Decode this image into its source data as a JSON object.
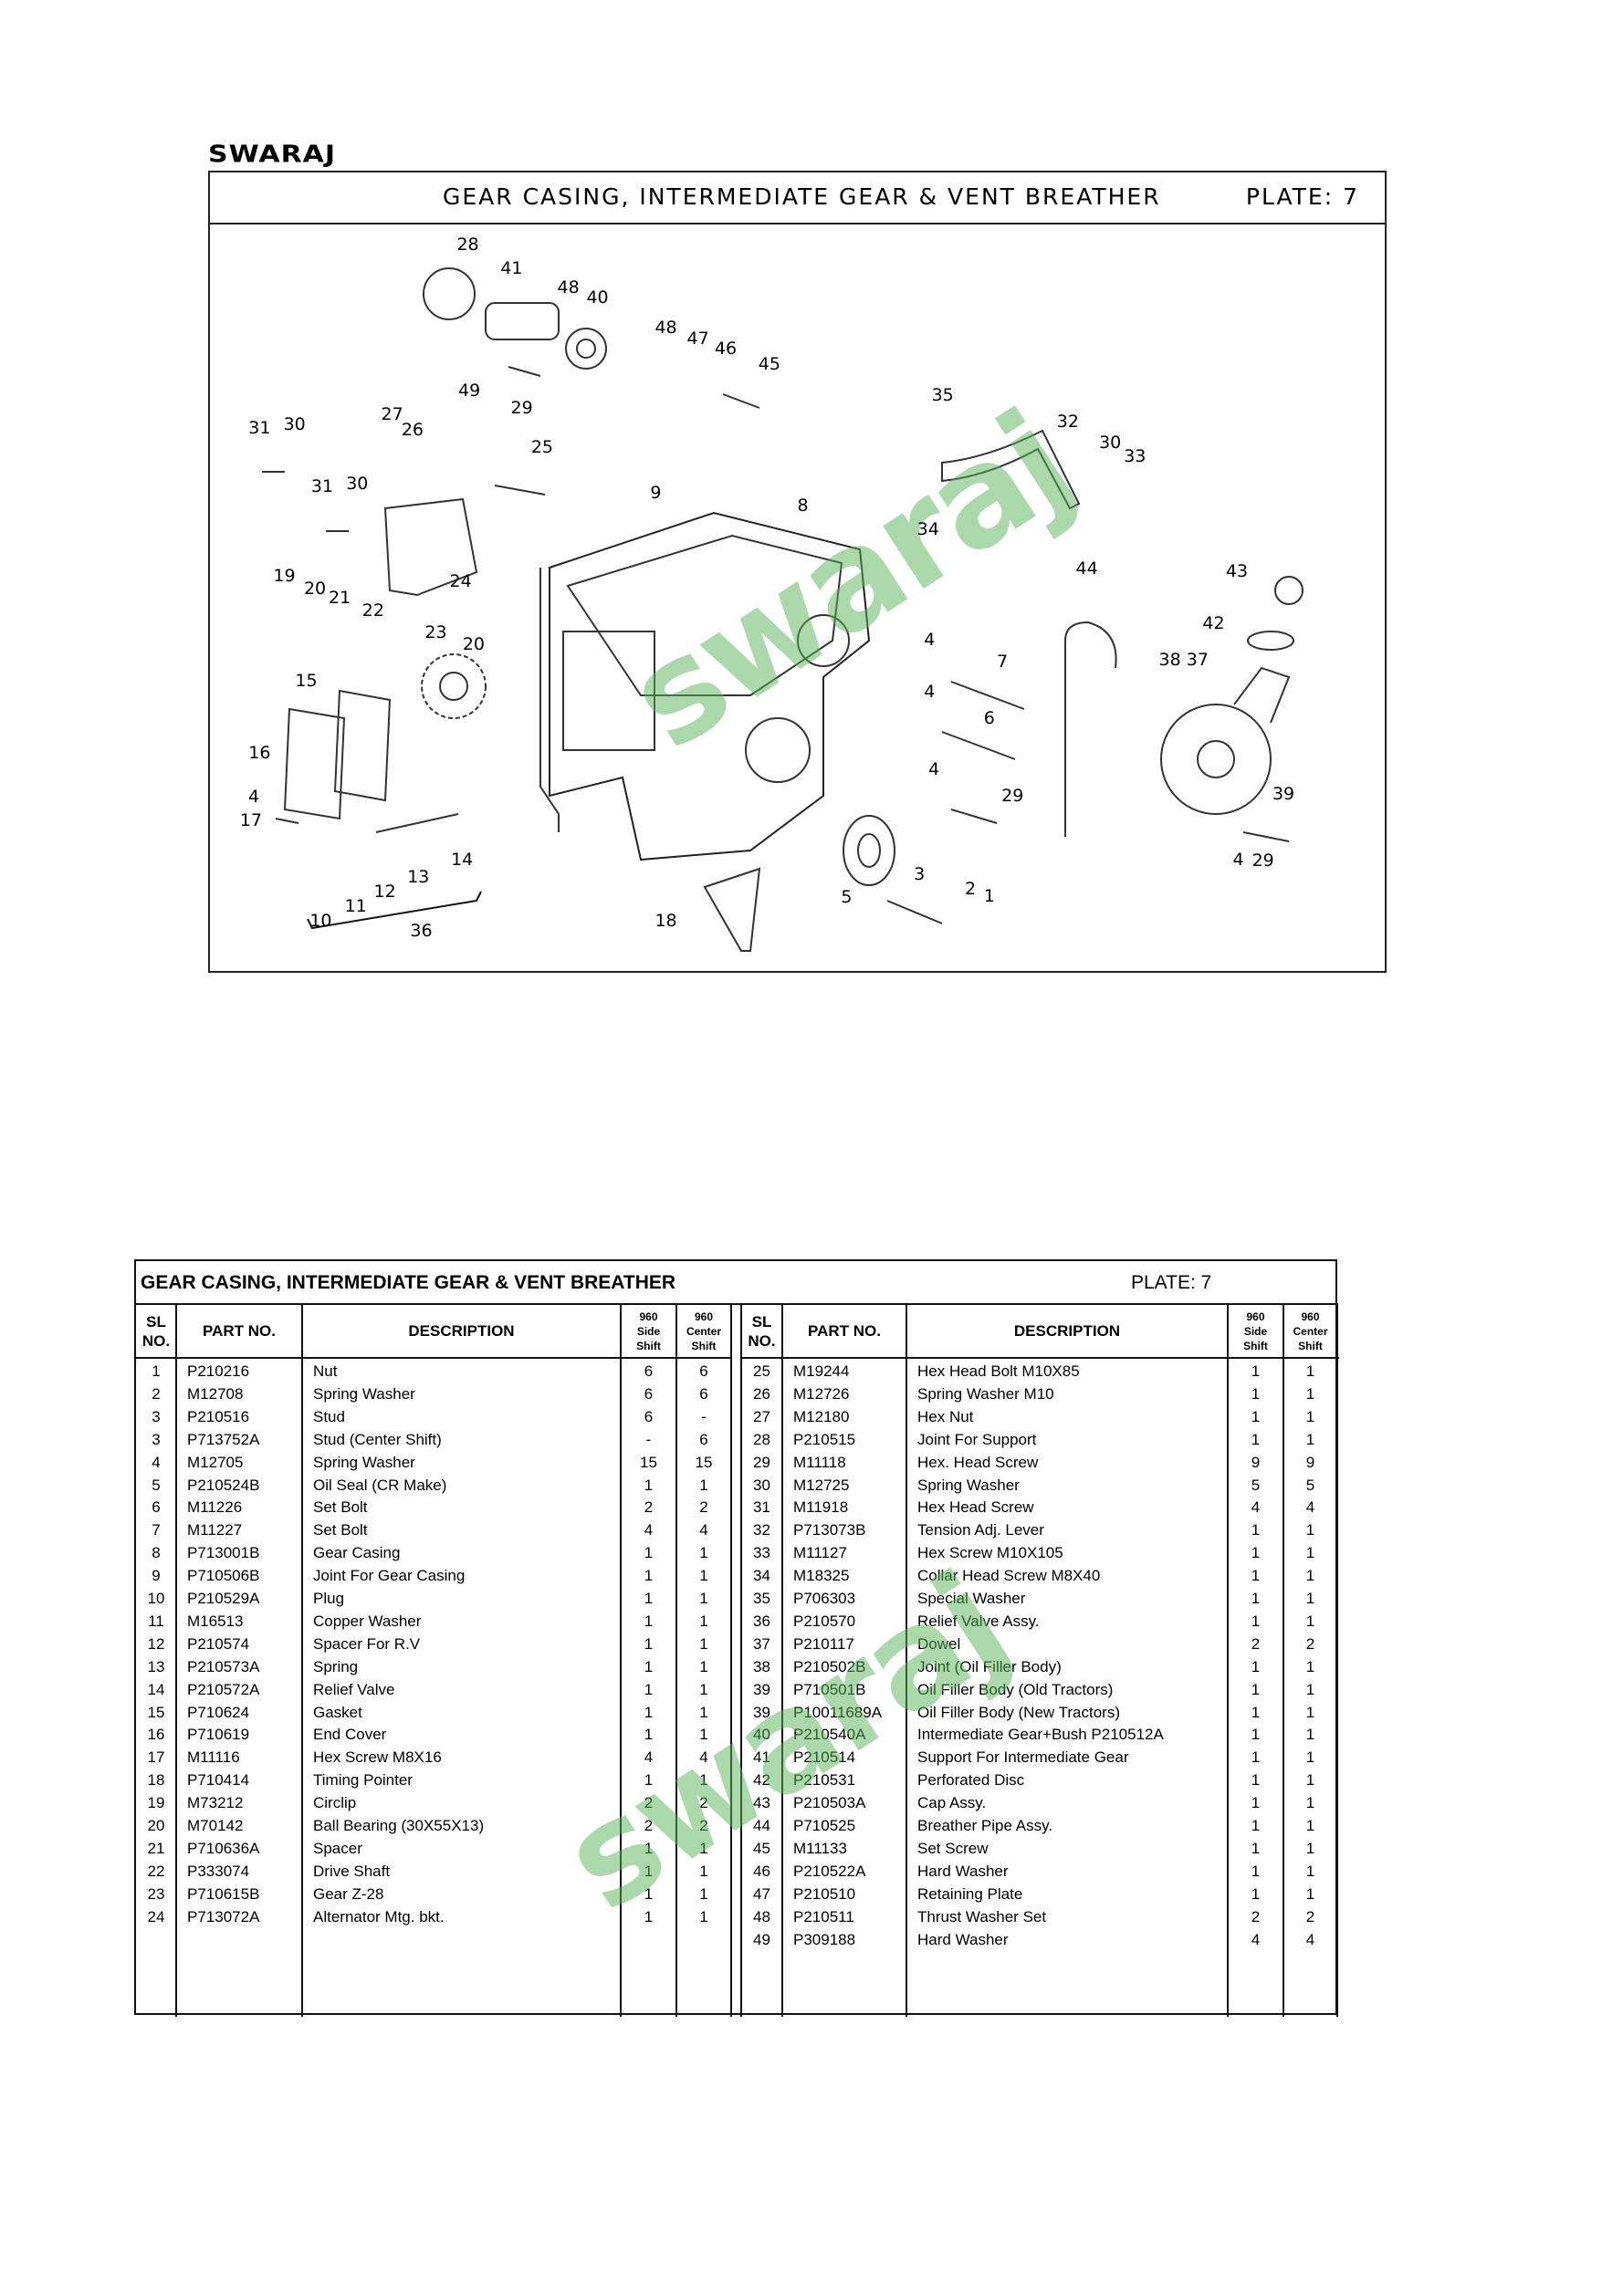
{
  "brand": {
    "logo": "SWARAJ",
    "watermark": "swaraj",
    "watermark_color": "#5ab45a"
  },
  "diagram": {
    "title": "GEAR CASING, INTERMEDIATE GEAR & VENT BREATHER",
    "plate": "PLATE: 7",
    "callouts": [
      "28",
      "41",
      "48",
      "40",
      "48",
      "47",
      "46",
      "45",
      "49",
      "29",
      "35",
      "32",
      "30",
      "33",
      "34",
      "31",
      "30",
      "27",
      "26",
      "25",
      "31",
      "30",
      "9",
      "8",
      "24",
      "44",
      "43",
      "42",
      "19",
      "20",
      "21",
      "22",
      "23",
      "20",
      "15",
      "4",
      "4",
      "7",
      "6",
      "38",
      "37",
      "16",
      "4",
      "17",
      "4",
      "29",
      "39",
      "14",
      "13",
      "12",
      "11",
      "10",
      "36",
      "3",
      "2",
      "1",
      "5",
      "18",
      "4",
      "29"
    ]
  },
  "table": {
    "title": "GEAR CASING, INTERMEDIATE GEAR & VENT BREATHER",
    "plate": "PLATE: 7",
    "headers": {
      "sl": "SL",
      "no": "NO.",
      "part_no": "PART NO.",
      "description": "DESCRIPTION",
      "side_1": "960",
      "side_2": "Side",
      "side_3": "Shift",
      "center_1": "960",
      "center_2": "Center",
      "center_3": "Shift"
    },
    "left_rows": [
      [
        "1",
        "P210216",
        "Nut",
        "6",
        "6"
      ],
      [
        "2",
        "M12708",
        "Spring Washer",
        "6",
        "6"
      ],
      [
        "3",
        "P210516",
        "Stud",
        "6",
        "-"
      ],
      [
        "3",
        "P713752A",
        "Stud (Center Shift)",
        "-",
        "6"
      ],
      [
        "4",
        "M12705",
        "Spring Washer",
        "15",
        "15"
      ],
      [
        "5",
        "P210524B",
        "Oil Seal (CR Make)",
        "1",
        "1"
      ],
      [
        "6",
        "M11226",
        "Set Bolt",
        "2",
        "2"
      ],
      [
        "7",
        "M11227",
        "Set Bolt",
        "4",
        "4"
      ],
      [
        "8",
        "P713001B",
        "Gear Casing",
        "1",
        "1"
      ],
      [
        "9",
        "P710506B",
        "Joint For Gear Casing",
        "1",
        "1"
      ],
      [
        "10",
        "P210529A",
        "Plug",
        "1",
        "1"
      ],
      [
        "11",
        "M16513",
        "Copper Washer",
        "1",
        "1"
      ],
      [
        "12",
        "P210574",
        "Spacer For R.V",
        "1",
        "1"
      ],
      [
        "13",
        "P210573A",
        "Spring",
        "1",
        "1"
      ],
      [
        "14",
        "P210572A",
        "Relief Valve",
        "1",
        "1"
      ],
      [
        "15",
        "P710624",
        "Gasket",
        "1",
        "1"
      ],
      [
        "16",
        "P710619",
        "End Cover",
        "1",
        "1"
      ],
      [
        "17",
        "M11116",
        "Hex Screw M8X16",
        "4",
        "4"
      ],
      [
        "18",
        "P710414",
        "Timing Pointer",
        "1",
        "1"
      ],
      [
        "19",
        "M73212",
        "Circlip",
        "2",
        "2"
      ],
      [
        "20",
        "M70142",
        "Ball Bearing (30X55X13)",
        "2",
        "2"
      ],
      [
        "21",
        "P710636A",
        "Spacer",
        "1",
        "1"
      ],
      [
        "22",
        "P333074",
        "Drive Shaft",
        "1",
        "1"
      ],
      [
        "23",
        "P710615B",
        "Gear Z-28",
        "1",
        "1"
      ],
      [
        "24",
        "P713072A",
        "Alternator Mtg. bkt.",
        "1",
        "1"
      ]
    ],
    "right_rows": [
      [
        "25",
        "M19244",
        "Hex Head Bolt M10X85",
        "1",
        "1"
      ],
      [
        "26",
        "M12726",
        "Spring Washer M10",
        "1",
        "1"
      ],
      [
        "27",
        "M12180",
        "Hex Nut",
        "1",
        "1"
      ],
      [
        "28",
        "P210515",
        "Joint For Support",
        "1",
        "1"
      ],
      [
        "29",
        "M11118",
        "Hex. Head Screw",
        "9",
        "9"
      ],
      [
        "30",
        "M12725",
        "Spring Washer",
        "5",
        "5"
      ],
      [
        "31",
        "M11918",
        "Hex Head Screw",
        "4",
        "4"
      ],
      [
        "32",
        "P713073B",
        "Tension Adj. Lever",
        "1",
        "1"
      ],
      [
        "33",
        "M11127",
        "Hex Screw M10X105",
        "1",
        "1"
      ],
      [
        "34",
        "M18325",
        "Collar Head Screw M8X40",
        "1",
        "1"
      ],
      [
        "35",
        "P706303",
        "Special Washer",
        "1",
        "1"
      ],
      [
        "36",
        "P210570",
        "Relief Valve Assy.",
        "1",
        "1"
      ],
      [
        "37",
        "P210117",
        "Dowel",
        "2",
        "2"
      ],
      [
        "38",
        "P210502B",
        "Joint (Oil Filler Body)",
        "1",
        "1"
      ],
      [
        "39",
        "P710501B",
        "Oil Filler Body (Old Tractors)",
        "1",
        "1"
      ],
      [
        "39",
        "P10011689A",
        "Oil Filler Body (New Tractors)",
        "1",
        "1"
      ],
      [
        "40",
        "P210540A",
        "Intermediate Gear+Bush P210512A",
        "1",
        "1"
      ],
      [
        "41",
        "P210514",
        "Support For Intermediate Gear",
        "1",
        "1"
      ],
      [
        "42",
        "P210531",
        "Perforated Disc",
        "1",
        "1"
      ],
      [
        "43",
        "P210503A",
        "Cap Assy.",
        "1",
        "1"
      ],
      [
        "44",
        "P710525",
        "Breather Pipe Assy.",
        "1",
        "1"
      ],
      [
        "45",
        "M11133",
        "Set Screw",
        "1",
        "1"
      ],
      [
        "46",
        "P210522A",
        "Hard Washer",
        "1",
        "1"
      ],
      [
        "47",
        "P210510",
        "Retaining Plate",
        "1",
        "1"
      ],
      [
        "48",
        "P210511",
        "Thrust Washer Set",
        "2",
        "2"
      ],
      [
        "49",
        "P309188",
        "Hard Washer",
        "4",
        "4"
      ]
    ]
  }
}
